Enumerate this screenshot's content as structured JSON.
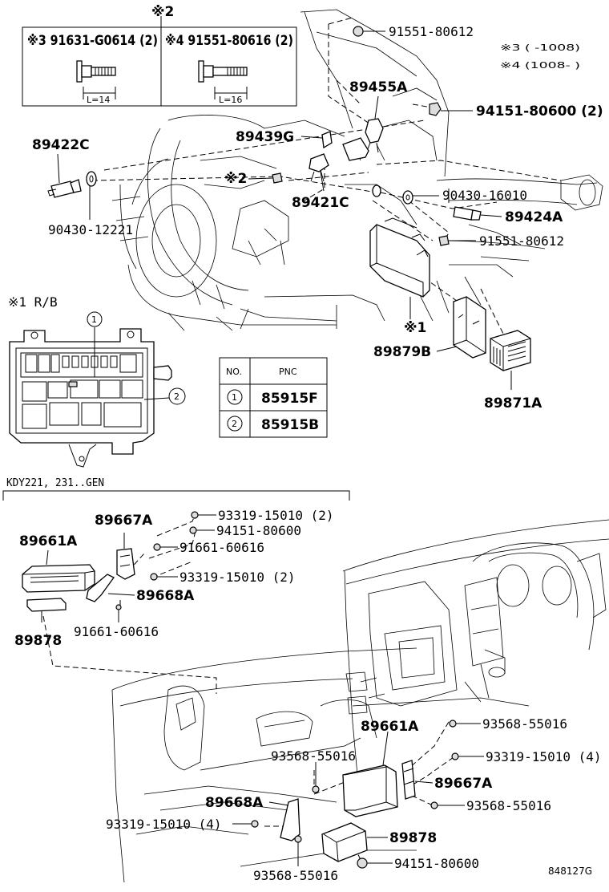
{
  "inset": {
    "ref": "※2",
    "left_label": "※3 91631-G0614 (2)",
    "right_label": "※4 91551-80616 (2)",
    "left_len": "L=14",
    "right_len": "L=16"
  },
  "notes": {
    "note3": "※3 (      -1008)",
    "note4": "※4 (1008-      )"
  },
  "labels": {
    "p91551_80612_top": "91551-80612",
    "p89455A": "89455A",
    "p94151_80600_2": "94151-80600 (2)",
    "p89439G": "89439G",
    "p89422C": "89422C",
    "ref2_mid": "※2",
    "p89421C": "89421C",
    "p90430_16010": "90430-16010",
    "p89424A": "89424A",
    "p90430_12221": "90430-12221",
    "p91551_80612_mid": "91551-80612",
    "ref1_ecu": "※1",
    "p89879B": "89879B",
    "p89871A": "89871A"
  },
  "rb": {
    "title": "※1 R/B",
    "circle1": "1",
    "circle2": "2"
  },
  "pnc_table": {
    "col_no": "NO.",
    "col_pnc": "PNC",
    "rows": [
      {
        "no": "1",
        "pnc": "85915F"
      },
      {
        "no": "2",
        "pnc": "85915B"
      }
    ]
  },
  "section_title": "KDY221, 231..GEN",
  "lower_labels": {
    "p89667A_top": "89667A",
    "p93319_15010_2a": "93319-15010 (2)",
    "p94151_80600": "94151-80600",
    "p89661A_top": "89661A",
    "p91661_60616_a": "91661-60616",
    "p93319_15010_2b": "93319-15010 (2)",
    "p89668A_top": "89668A",
    "p89878_top": "89878",
    "p91661_60616_b": "91661-60616",
    "p89661A_dash": "89661A",
    "p93568_55016_a": "93568-55016",
    "p93568_55016_b": "93568-55016",
    "p93319_15010_4a": "93319-15010 (4)",
    "p89667A_dash": "89667A",
    "p89668A_dash": "89668A",
    "p93568_55016_c": "93568-55016",
    "p93319_15010_4b": "93319-15010 (4)",
    "p89878_dash": "89878",
    "p93568_55016_d": "93568-55016",
    "p94151_80600_b": "94151-80600"
  },
  "diagram_code": "848127G"
}
